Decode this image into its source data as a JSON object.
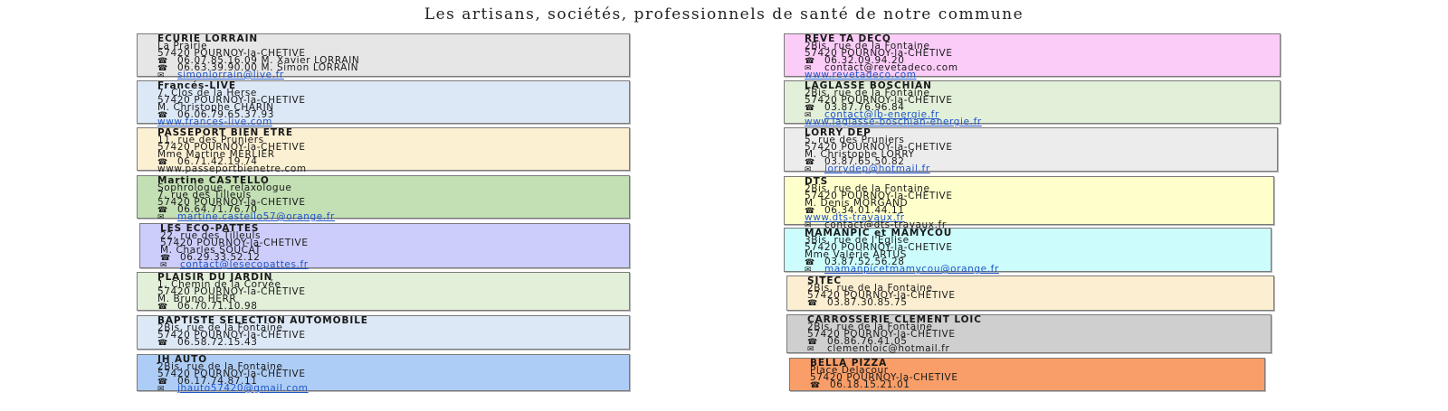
{
  "page_title": "Les artisans, sociétés, professionnels de santé de notre commune",
  "left_cards": [
    {
      "name": "ECURIE LORRAIN",
      "color": "#e6e6e6",
      "lines": [
        {
          "text": "La Prairie"
        },
        {
          "text": "57420 POURNOY-la-CHETIVE"
        },
        {
          "icon": "phone-icon",
          "text": "06.07.85.16.09   M. Xavier LORRAIN"
        },
        {
          "icon": "phone-icon",
          "text": "06.63.39.90.00   M. Simon LORRAIN"
        },
        {
          "icon": "mail-icon",
          "text": "simonlorrain@live.fr",
          "link": true
        }
      ]
    },
    {
      "name": "Francés-LIVE",
      "color": "#dde8f6",
      "lines": [
        {
          "text": "7, Clos de la Herse"
        },
        {
          "text": "57420 POURNOY-la-CHETIVE"
        },
        {
          "text": "M. Christophe CHARIN"
        },
        {
          "icon": "phone-icon",
          "text": "06.06.79.65.37.93"
        },
        {
          "text": "www.frances-live.com",
          "link": true
        }
      ]
    },
    {
      "name": "PASSEPORT BIEN ETRE",
      "color": "#fcf0d3",
      "lines": [
        {
          "text": "11, rue des Pruniers"
        },
        {
          "text": "57420 POURNOY-la-CHETIVE"
        },
        {
          "text": "Mme Martine MERLIER"
        },
        {
          "icon": "phone-icon",
          "text": "06.71.42.19.74"
        },
        {
          "text": "www.passeportbienetre.com"
        }
      ]
    },
    {
      "name": "Martine CASTELLO",
      "color": "#c3dfb4",
      "lines": [
        {
          "text": "Sophrologue, relaxologue"
        },
        {
          "text": "7, rue des Tilleuls"
        },
        {
          "text": "57420 POURNOY-la-CHETIVE"
        },
        {
          "icon": "phone-icon",
          "text": "06.64.71.76.70"
        },
        {
          "icon": "mail-icon",
          "text": "martine.castello57@orange.fr",
          "link": true
        }
      ]
    },
    {
      "name": "LES ECO-PATTES",
      "color": "#cccdfa",
      "lines": [
        {
          "text": "22, rue des Tilleuls"
        },
        {
          "text": "57420 POURNOY-la-CHETIVE"
        },
        {
          "text": "M. Charles SOUCAT"
        },
        {
          "icon": "phone-icon",
          "text": "06.29.33.52.12"
        },
        {
          "icon": "mail-icon",
          "text": "contact@lesecopattes.fr",
          "link": true
        }
      ]
    },
    {
      "name": "PLAISIR DU JARDIN",
      "color": "#e2efd9",
      "lines": [
        {
          "text": "1, Chemin de la Corvée"
        },
        {
          "text": "57420 POURNOY-la-CHETIVE"
        },
        {
          "text": "M. Bruno HERR"
        },
        {
          "icon": "phone-icon",
          "text": "06.70.71.10.98"
        }
      ]
    },
    {
      "name": "BAPTISTE SELECTION AUTOMOBILE",
      "color": "#dde8f6",
      "lines": [
        {
          "text": "2Bis, rue de la Fontaine"
        },
        {
          "text": "57420 POURNOY-la-CHETIVE"
        },
        {
          "icon": "phone-icon",
          "text": "06.58.72.15.43"
        }
      ]
    },
    {
      "name": "JH AUTO",
      "color": "#aecdf6",
      "lines": [
        {
          "text": "2Bis, rue de la Fontaine"
        },
        {
          "text": "57420 POURNOY-la-CHETIVE"
        },
        {
          "icon": "phone-icon",
          "text": "06.17.74.87.11"
        },
        {
          "icon": "mail-icon",
          "text": "jhauto57420@gmail.com",
          "link": true
        }
      ]
    }
  ],
  "right_cards": [
    {
      "name": "REVE TA DECO",
      "color": "#fcccf8",
      "lines": [
        {
          "text": "2Bis, rue de la Fontaine"
        },
        {
          "text": "57420 POURNOY-la-CHETIVE"
        },
        {
          "icon": "phone-icon",
          "text": "06.32.09.94.20"
        },
        {
          "icon": "mail-icon",
          "text": "contact@revetadeco.com"
        },
        {
          "text": "www.revetadeco.com",
          "link": true
        }
      ]
    },
    {
      "name": "LAGLASSE BOSCHIAN",
      "color": "#e2efd9",
      "lines": [
        {
          "text": "2Bis, rue de la Fontaine"
        },
        {
          "text": "57420 POURNOY-la-CHETIVE"
        },
        {
          "icon": "phone-icon",
          "text": "03.87.76.96.84"
        },
        {
          "icon": "mail-icon",
          "text": "contact@lb-energie.fr",
          "link": true
        },
        {
          "text": "www.laglasse-boschian-energie.fr",
          "link": true
        }
      ]
    },
    {
      "name": "LORRY DEP",
      "color": "#ececec",
      "lines": [
        {
          "text": "5, rue des Pruniers"
        },
        {
          "text": "57420 POURNOY-la-CHETIVE"
        },
        {
          "text": "M. Christophe LORRY"
        },
        {
          "icon": "phone-icon",
          "text": "03.87.65.50.82"
        },
        {
          "icon": "mail-icon",
          "text": "lorrydep@hotmail.fr",
          "link": true
        }
      ]
    },
    {
      "name": "DTS",
      "color": "#ffffcc",
      "lines": [
        {
          "text": "2Bis, rue de la Fontaine"
        },
        {
          "text": "57420 POURNOY-la-CHETIVE"
        },
        {
          "text": "M. Denis MORGAND"
        },
        {
          "icon": "phone-icon",
          "text": "06.34.01.44.11"
        },
        {
          "text": "www.dts-travaux.fr",
          "link": true
        },
        {
          "icon": "mail-icon",
          "text": "contact@dts-travaux.fr"
        }
      ]
    },
    {
      "name": "MAMANPIC et MAMYCOU",
      "color": "#ccfcfc",
      "lines": [
        {
          "text": "3Bis, rue de l'Eglise"
        },
        {
          "text": "57420 POURNOY-la-CHETIVE"
        },
        {
          "text": "Mme Valérie ARTUS"
        },
        {
          "icon": "phone-icon",
          "text": "03.87.52.56.28"
        },
        {
          "icon": "mail-icon",
          "text": "mamanpicetmamycou@orange.fr",
          "link": true
        }
      ]
    },
    {
      "name": "SITEC",
      "color": "#fcefd1",
      "lines": [
        {
          "text": "2Bis, rue de la Fontaine"
        },
        {
          "text": "57420 POURNOY-la-CHETIVE"
        },
        {
          "icon": "phone-icon",
          "text": "03.87.30.85.75"
        }
      ]
    },
    {
      "name": "CARROSSERIE CLEMENT LOIC",
      "color": "#d0cfcf",
      "lines": [
        {
          "text": "2Bis, rue de la Fontaine"
        },
        {
          "text": "57420 POURNOY-la-CHETIVE"
        },
        {
          "icon": "phone-icon",
          "text": "06.86.76.41.05"
        },
        {
          "icon": "mail-icon",
          "text": "clementloic@hotmail.fr"
        }
      ]
    },
    {
      "name": "BELLA PIZZA",
      "color": "#f99e68",
      "lines": [
        {
          "text": "Place Delacour"
        },
        {
          "text": "57420 POURNOY-la-CHETIVE"
        },
        {
          "icon": "phone-icon",
          "text": "06.18.15.21.01"
        }
      ]
    }
  ]
}
